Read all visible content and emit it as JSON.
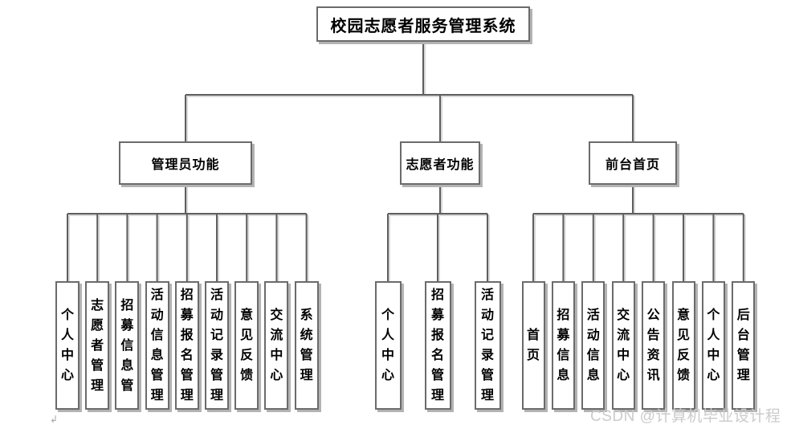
{
  "diagram": {
    "root": {
      "title": "校园志愿者服务管理系统"
    },
    "branches": [
      {
        "label": "管理员功能",
        "children": [
          "个人中心",
          "志愿者管理",
          "招募信息管",
          "活动信息管理",
          "招募报名管理",
          "活动记录管理",
          "意见反馈",
          "交流中心",
          "系统管理"
        ]
      },
      {
        "label": "志愿者功能",
        "children": [
          "个人中心",
          "招募报名管理",
          "活动记录管理"
        ]
      },
      {
        "label": "前台首页",
        "children": [
          "首页",
          "招募信息",
          "活动信息",
          "交流中心",
          "公告资讯",
          "意见反馈",
          "个人中心",
          "后台管理"
        ]
      }
    ]
  },
  "watermark": {
    "text": "CSDN @计算机毕业设计程"
  },
  "corner_mark": "↲",
  "colors": {
    "background": "#ffffff",
    "text": "#000000",
    "box_border": "#6b6b6b",
    "box_shadow": "#b3b3b3",
    "line": "#5e5e5e",
    "watermark": "#cbcbcb"
  }
}
